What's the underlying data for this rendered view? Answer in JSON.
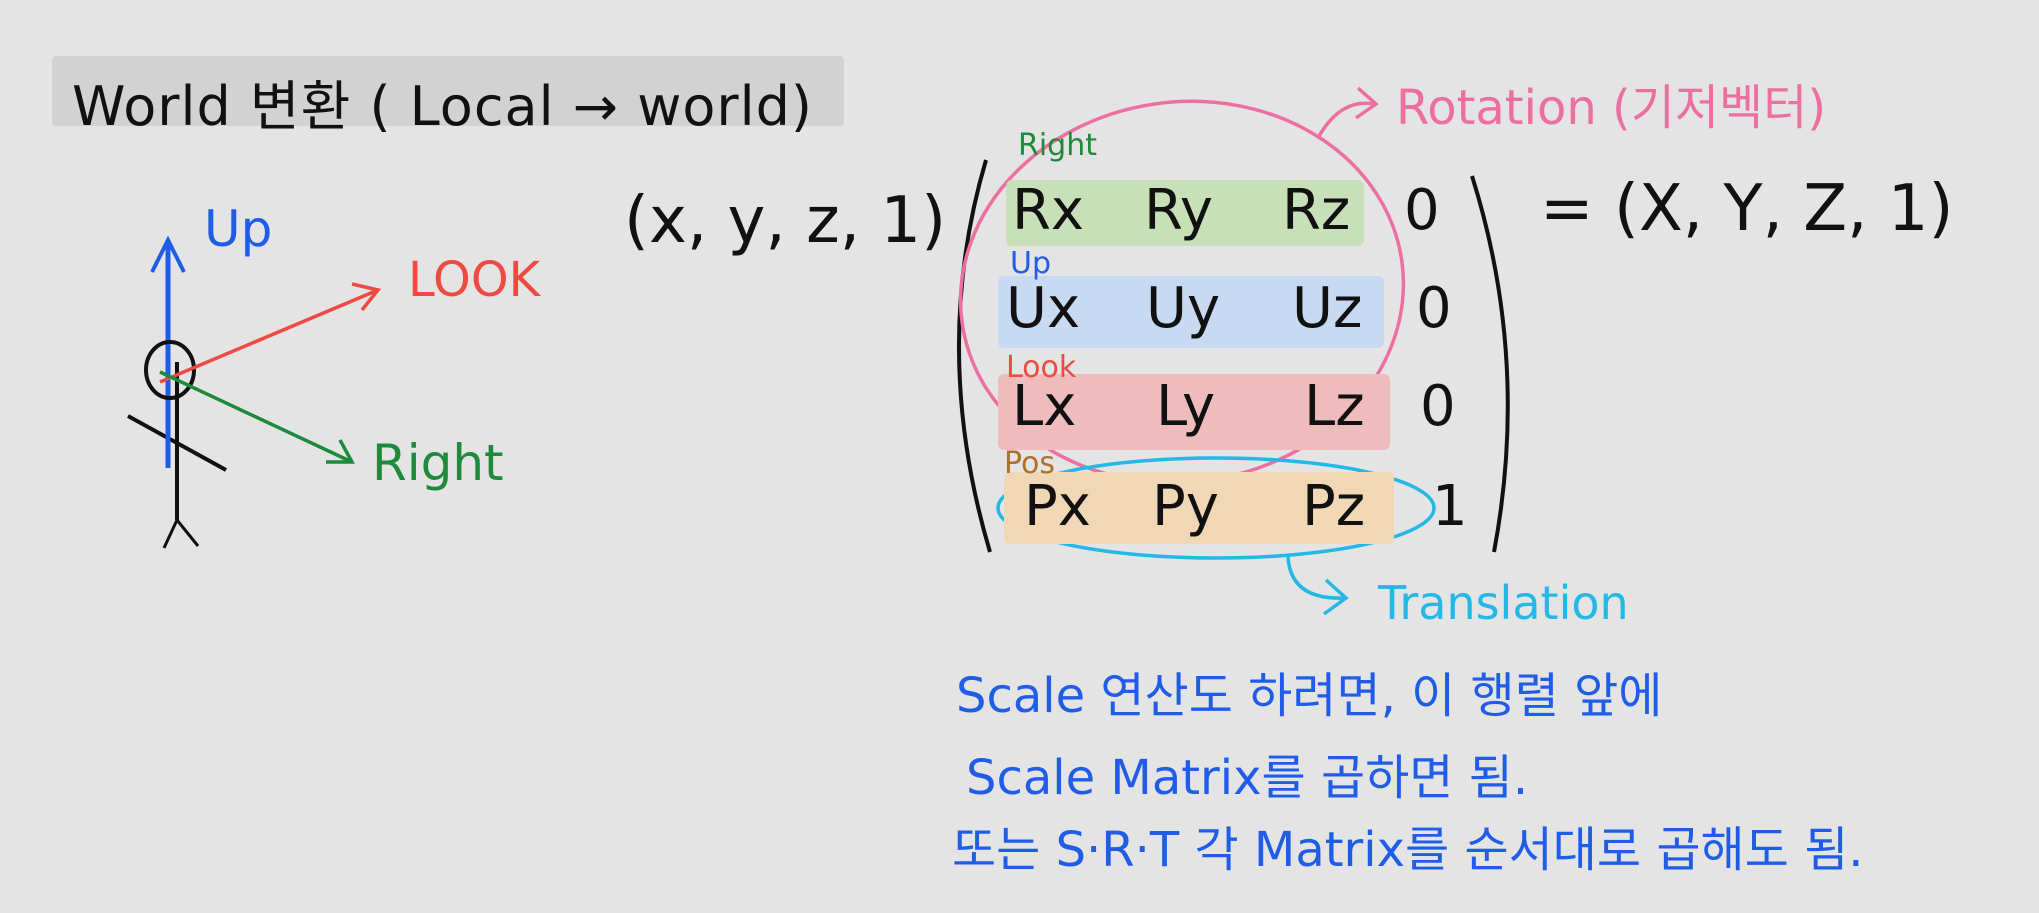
{
  "title": "World 변환 ( Local → world)",
  "axes_labels": {
    "up": "Up",
    "look": "LOOK",
    "right": "Right"
  },
  "colors": {
    "up": "#1f5de8",
    "look": "#ee4a42",
    "right": "#1f8a3c",
    "pos": "#b0702a",
    "rotation": "#ec6fa0",
    "translation": "#22b9e6",
    "note": "#1f5de8"
  },
  "equation": {
    "input_vector": "(x, y, z, 1)",
    "output_vector": "= (X, Y, Z, 1)",
    "row_tags": {
      "right": "Right",
      "up": "Up",
      "look": "Look",
      "pos": "Pos"
    },
    "matrix": [
      [
        "Rx",
        "Ry",
        "Rz",
        "0"
      ],
      [
        "Ux",
        "Uy",
        "Uz",
        "0"
      ],
      [
        "Lx",
        "Ly",
        "Lz",
        "0"
      ],
      [
        "Px",
        "Py",
        "Pz",
        "1"
      ]
    ]
  },
  "annotations": {
    "rotation": "Rotation (기저벡터)",
    "translation": "Translation"
  },
  "notes": [
    "Scale 연산도 하려면, 이 행렬 앞에",
    "Scale Matrix를 곱하면 됨.",
    "또는 S·R·T 각 Matrix를 순서대로 곱해도 됨."
  ]
}
